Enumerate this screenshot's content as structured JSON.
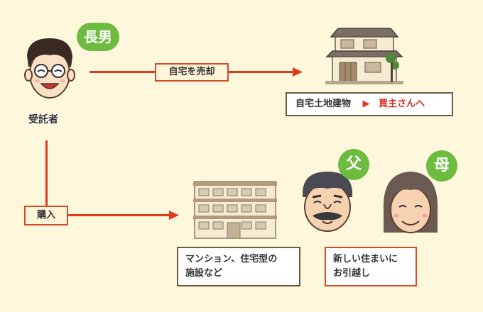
{
  "labels": {
    "eldest_son": "長男",
    "trustee": "受託者",
    "father": "父",
    "mother": "母",
    "sell_home": "自宅を売却",
    "purchase": "購入",
    "home_land_building": "自宅土地建物",
    "to_buyer": "買主さんへ",
    "facility_line1": "マンション、住宅型の",
    "facility_line2": "施設など",
    "move_line1": "新しい住まいに",
    "move_line2": "お引越し"
  },
  "colors": {
    "background": "#fdf8dc",
    "arrow": "#e03a1e",
    "badge": "#6dbb3f",
    "box_border_dark": "#6b5a3a",
    "box_border_red": "#d74a2a",
    "buyer_text": "#d7281c"
  }
}
